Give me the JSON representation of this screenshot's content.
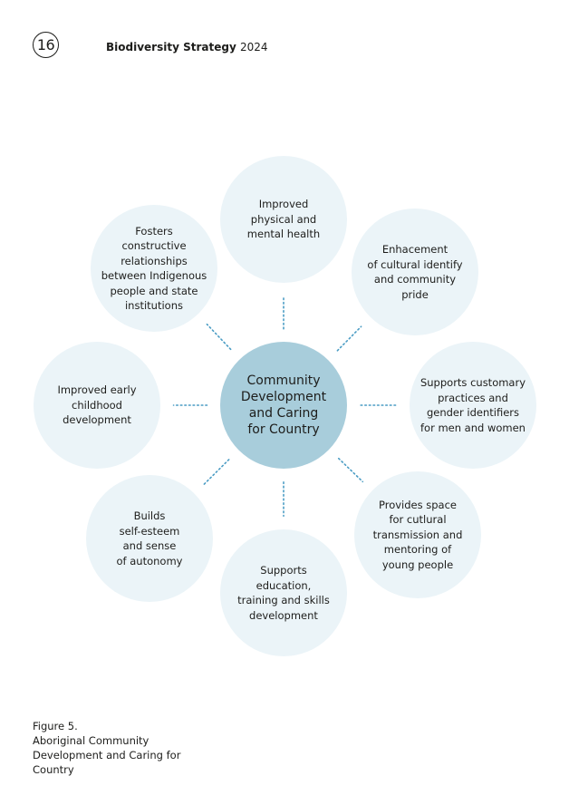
{
  "header": {
    "page_number": "16",
    "title": "Biodiversity Strategy",
    "year": "2024"
  },
  "diagram": {
    "center": "Community\nDevelopment\nand Caring\nfor Country",
    "nodes": [
      {
        "label": "Improved\nphysical and\nmental health"
      },
      {
        "label": "Enhacement\nof cultural identify\nand community\npride"
      },
      {
        "label": "Supports customary\npractices and\ngender identifiers\nfor men and women"
      },
      {
        "label": "Provides space\nfor cutlural\ntransmission and\nmentoring of\nyoung people"
      },
      {
        "label": "Supports\neducation,\ntraining and skills\ndevelopment"
      },
      {
        "label": "Builds\nself-esteem\nand sense\nof autonomy"
      },
      {
        "label": "Improved early\nchildhood\ndevelopment"
      },
      {
        "label": "Fosters\nconstructive\nrelationships\nbetween Indigenous\npeople and state\ninstitutions"
      }
    ],
    "colors": {
      "center_fill": "#a8cddb",
      "node_fill": "#ebf4f8",
      "connector": "#4a9cc4"
    }
  },
  "caption": {
    "number": "Figure 5.",
    "text": "Aboriginal Community\nDevelopment and Caring for\nCountry"
  }
}
